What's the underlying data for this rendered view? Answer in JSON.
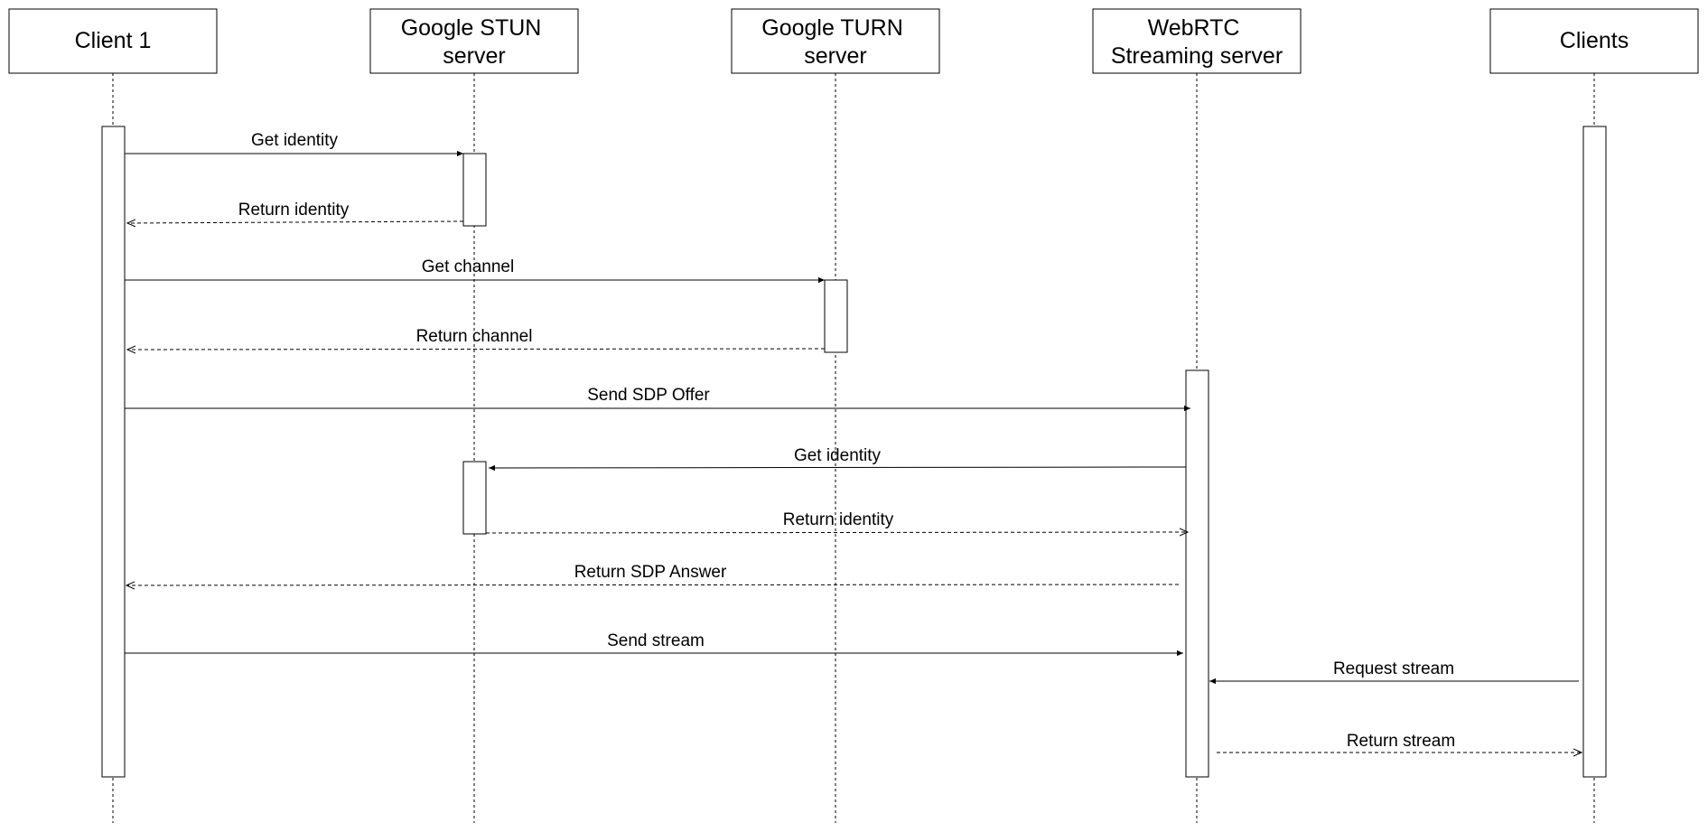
{
  "diagram": {
    "type": "sequence",
    "participants": [
      {
        "id": "client1",
        "label_lines": [
          "Client 1"
        ]
      },
      {
        "id": "stun",
        "label_lines": [
          "Google STUN",
          "server"
        ]
      },
      {
        "id": "turn",
        "label_lines": [
          "Google TURN",
          "server"
        ]
      },
      {
        "id": "webrtc",
        "label_lines": [
          "WebRTC",
          "Streaming server"
        ]
      },
      {
        "id": "clients",
        "label_lines": [
          "Clients"
        ]
      }
    ],
    "messages": [
      {
        "from": "client1",
        "to": "stun",
        "label": "Get identity",
        "style": "solid"
      },
      {
        "from": "stun",
        "to": "client1",
        "label": "Return identity",
        "style": "dashed"
      },
      {
        "from": "client1",
        "to": "turn",
        "label": "Get channel",
        "style": "solid"
      },
      {
        "from": "turn",
        "to": "client1",
        "label": "Return channel",
        "style": "dashed"
      },
      {
        "from": "client1",
        "to": "webrtc",
        "label": "Send SDP Offer",
        "style": "solid"
      },
      {
        "from": "webrtc",
        "to": "stun",
        "label": "Get identity",
        "style": "solid"
      },
      {
        "from": "stun",
        "to": "webrtc",
        "label": "Return identity",
        "style": "dashed"
      },
      {
        "from": "webrtc",
        "to": "client1",
        "label": "Return SDP Answer",
        "style": "dashed"
      },
      {
        "from": "client1",
        "to": "webrtc",
        "label": "Send stream",
        "style": "solid"
      },
      {
        "from": "clients",
        "to": "webrtc",
        "label": "Request stream",
        "style": "solid"
      },
      {
        "from": "webrtc",
        "to": "clients",
        "label": "Return stream",
        "style": "dashed"
      }
    ]
  }
}
